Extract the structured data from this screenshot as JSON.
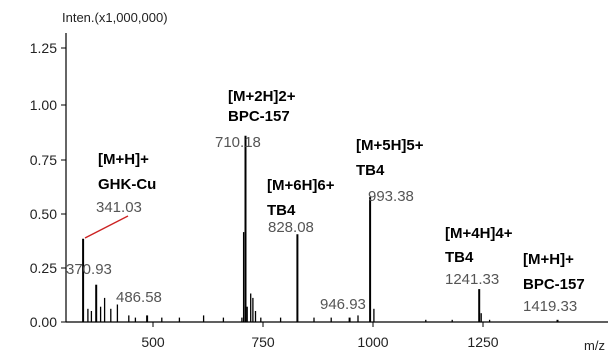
{
  "chart_data": {
    "type": "bar",
    "subtype": "mass-spectrum",
    "ylabel": "Inten.(x1,000,000)",
    "xlabel": "m/z",
    "xlim": [
      265,
      1490
    ],
    "ylim": [
      0,
      1.3
    ],
    "x_ticks": [
      500,
      750,
      1000,
      1250
    ],
    "x_tick_labels": [
      "500",
      "750",
      "1000",
      "1250"
    ],
    "y_ticks": [
      0.0,
      0.25,
      0.5,
      0.75,
      1.0,
      1.25
    ],
    "y_tick_labels": [
      "0.00",
      "0.25",
      "0.50",
      "0.75",
      "1.00",
      "1.25"
    ],
    "grid": false,
    "colors": {
      "bars": "#000000",
      "leader": "#cc2222",
      "peak_labels": "#555555"
    },
    "peaks": [
      {
        "x": 341.03,
        "y": 0.38,
        "label": "341.03"
      },
      {
        "x": 370.93,
        "y": 0.17,
        "label": "370.93"
      },
      {
        "x": 486.58,
        "y": 0.03,
        "label": "486.58"
      },
      {
        "x": 710.18,
        "y": 0.85,
        "label": "710.18"
      },
      {
        "x": 828.08,
        "y": 0.4,
        "label": "828.08"
      },
      {
        "x": 946.93,
        "y": 0.02,
        "label": "946.93"
      },
      {
        "x": 993.38,
        "y": 0.57,
        "label": "993.38"
      },
      {
        "x": 1241.33,
        "y": 0.15,
        "label": "1241.33"
      },
      {
        "x": 1419.33,
        "y": 0.01,
        "label": "1419.33"
      }
    ],
    "minor_peaks": [
      {
        "x": 352,
        "y": 0.06
      },
      {
        "x": 360,
        "y": 0.05
      },
      {
        "x": 381,
        "y": 0.07
      },
      {
        "x": 390,
        "y": 0.11
      },
      {
        "x": 404,
        "y": 0.06
      },
      {
        "x": 419,
        "y": 0.08
      },
      {
        "x": 445,
        "y": 0.03
      },
      {
        "x": 460,
        "y": 0.02
      },
      {
        "x": 520,
        "y": 0.02
      },
      {
        "x": 560,
        "y": 0.02
      },
      {
        "x": 615,
        "y": 0.03
      },
      {
        "x": 660,
        "y": 0.02
      },
      {
        "x": 702,
        "y": 0.02
      },
      {
        "x": 706,
        "y": 0.41
      },
      {
        "x": 714,
        "y": 0.07
      },
      {
        "x": 722,
        "y": 0.13
      },
      {
        "x": 727,
        "y": 0.11
      },
      {
        "x": 733,
        "y": 0.05
      },
      {
        "x": 745,
        "y": 0.02
      },
      {
        "x": 790,
        "y": 0.02
      },
      {
        "x": 866,
        "y": 0.02
      },
      {
        "x": 905,
        "y": 0.02
      },
      {
        "x": 966,
        "y": 0.03
      },
      {
        "x": 1002,
        "y": 0.06
      },
      {
        "x": 1120,
        "y": 0.01
      },
      {
        "x": 1180,
        "y": 0.01
      },
      {
        "x": 1246,
        "y": 0.04
      },
      {
        "x": 1265,
        "y": 0.01
      }
    ],
    "annotations": [
      {
        "lines": [
          "[M+2H]2+",
          "BPC-157"
        ]
      },
      {
        "lines": [
          "[M+H]+",
          "GHK-Cu"
        ]
      },
      {
        "lines": [
          "[M+5H]5+",
          "TB4"
        ]
      },
      {
        "lines": [
          "[M+6H]6+",
          "TB4"
        ]
      },
      {
        "lines": [
          "[M+4H]4+",
          "TB4"
        ]
      },
      {
        "lines": [
          "[M+H]+",
          "BPC-157"
        ]
      }
    ]
  }
}
